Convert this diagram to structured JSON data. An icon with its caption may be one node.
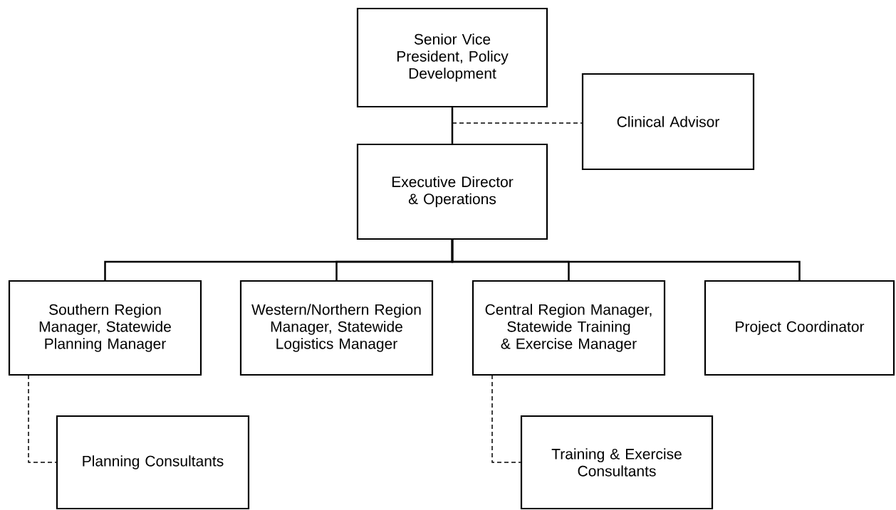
{
  "diagram": {
    "nodes": [
      {
        "text": [
          "Senior Vice President, Policy Development"
        ]
      },
      {
        "text": [
          "Clinical Advisor"
        ]
      },
      {
        "text": [
          "Executive Director & Operations"
        ]
      },
      {
        "text": [
          "Southern Region Manager, Statewide Planning Manager"
        ]
      },
      {
        "text": [
          "Western/Northern Region Manager, Statewide Logistics Manager"
        ]
      },
      {
        "text": [
          "Central Region Manager, Statewide Training & Exercise Manager"
        ]
      },
      {
        "text": [
          "Project Coordinator"
        ]
      },
      {
        "text": [
          "Planning Consultants"
        ]
      },
      {
        "text": [
          "Training & Exercise Consultants"
        ]
      }
    ],
    "edges": [
      {
        "from": 0,
        "to": 2,
        "arrow": "none"
      },
      {
        "from": 0,
        "to": 1,
        "arrow": "none",
        "style": "dashed"
      },
      {
        "from": 2,
        "to": 3,
        "arrow": "none"
      },
      {
        "from": 2,
        "to": 4,
        "arrow": "none"
      },
      {
        "from": 2,
        "to": 5,
        "arrow": "none"
      },
      {
        "from": 2,
        "to": 6,
        "arrow": "none"
      },
      {
        "from": 3,
        "to": 7,
        "arrow": "none",
        "style": "dashed"
      },
      {
        "from": 5,
        "to": 8,
        "arrow": "none",
        "style": "dashed"
      }
    ]
  }
}
